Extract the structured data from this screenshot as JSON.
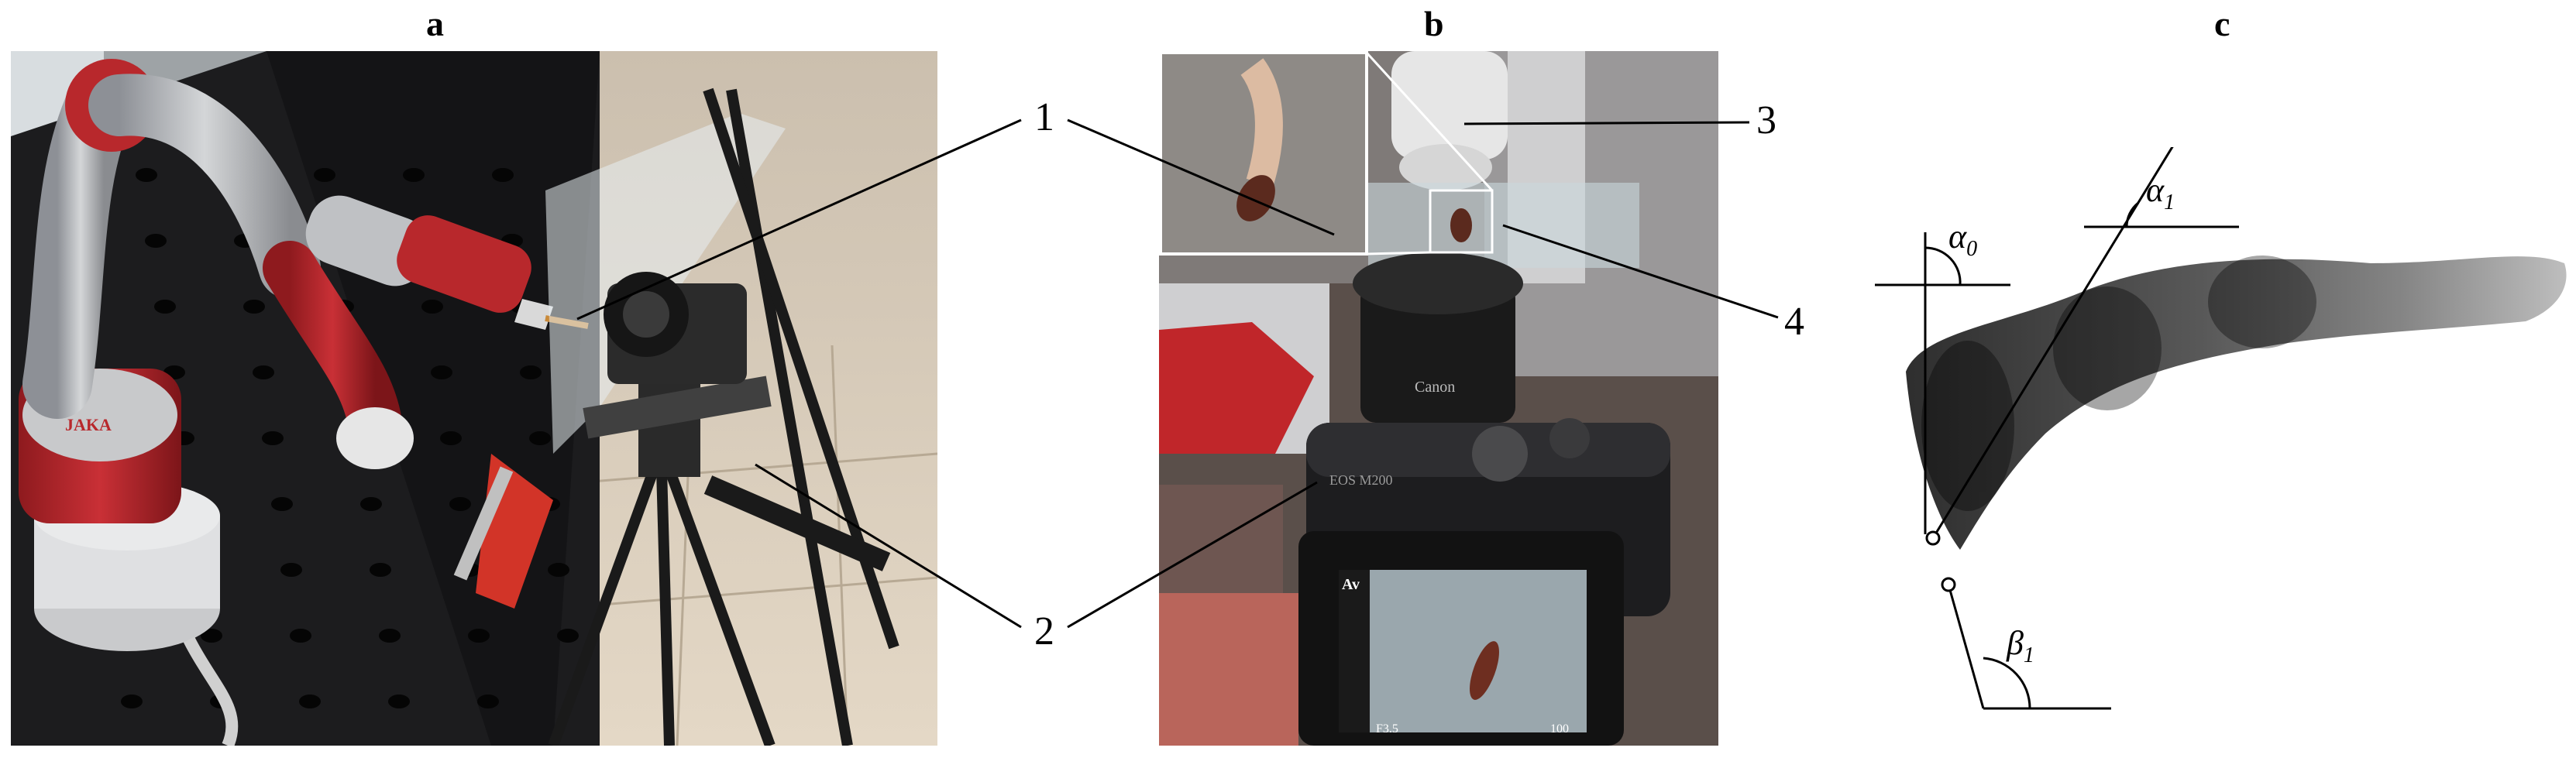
{
  "panels": {
    "a": {
      "letter": "a"
    },
    "b": {
      "letter": "b",
      "camera_model": "EOS M200",
      "lens_brand": "Canon",
      "screen_mode": "Av",
      "screen_aperture": "F3.5",
      "screen_iso": "100",
      "robot_brand": "JAKA"
    },
    "c": {
      "letter": "c"
    }
  },
  "callouts": [
    "1",
    "2",
    "3",
    "4"
  ],
  "angles": {
    "alpha0": {
      "base": "α",
      "sub": "0"
    },
    "alpha1": {
      "base": "α",
      "sub": "1"
    },
    "beta1": {
      "base": "β",
      "sub": "1"
    }
  },
  "colors": {
    "robot_red": "#b8282c",
    "robot_gray": "#b9bcc0",
    "table_black": "#1c1c1e",
    "floor": "#d9cbb9",
    "line": "#000000"
  }
}
